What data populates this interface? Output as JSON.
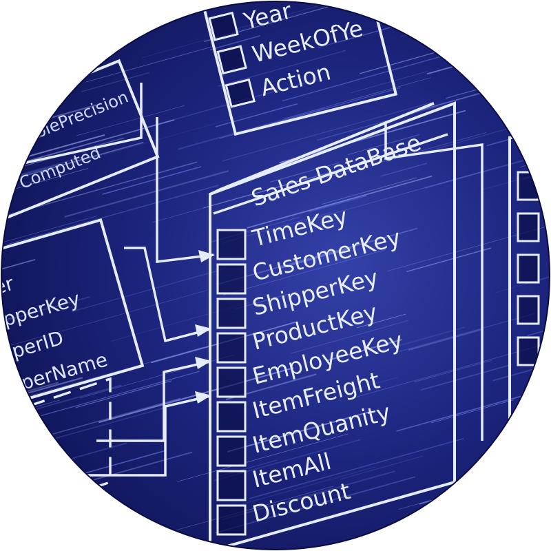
{
  "scene": {
    "colors": {
      "background": "#ffffff",
      "deep_blue": "#0b0f4d",
      "mid_blue": "#24308f",
      "line": "#e6ecff"
    }
  },
  "main_table": {
    "title": "Sales DataBase",
    "fields": [
      "TimeKey",
      "CustomerKey",
      "ShipperKey",
      "ProductKey",
      "EmployeeKey",
      "ItemFreight",
      "ItemQuanity",
      "ItemAll",
      "Discount"
    ]
  },
  "top_table": {
    "fields": [
      "Year",
      "WeekOfYe",
      "Action"
    ]
  },
  "left_upper_table": {
    "fields": [
      "DoublePrecision",
      "Computed"
    ]
  },
  "left_lower_table": {
    "fields": [
      "er",
      "pperKey",
      "perID",
      "perName"
    ]
  }
}
